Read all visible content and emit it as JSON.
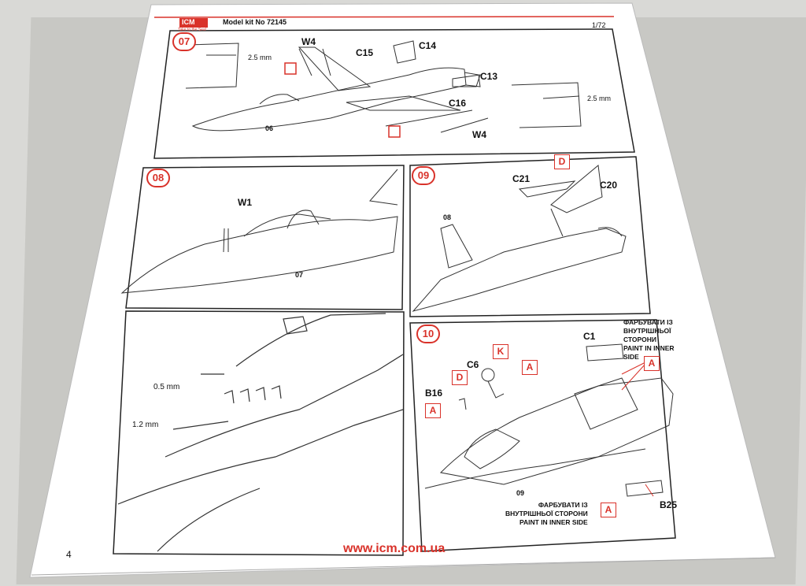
{
  "header": {
    "logo_text": "ICM",
    "logo_tagline": "Take to the Sea!",
    "kit_label": "Model kit No 72145",
    "scale": "1/72"
  },
  "steps": [
    {
      "number": "07",
      "parts": [
        "W4",
        "C15",
        "C14",
        "C13",
        "C16",
        "W4"
      ],
      "dimensions": [
        "2.5 mm",
        "2.5 mm"
      ],
      "subassembly_ref": "06"
    },
    {
      "number": "08",
      "parts": [
        "W1"
      ],
      "subassembly_ref": "07",
      "detail_dimensions": [
        "0.5 mm",
        "1.2 mm"
      ]
    },
    {
      "number": "09",
      "parts": [
        "C21",
        "C20"
      ],
      "paint_code": "D",
      "subassembly_ref": "08"
    },
    {
      "number": "10",
      "parts": [
        "C1",
        "C6",
        "B16",
        "B25"
      ],
      "paint_codes": [
        "K",
        "A",
        "D",
        "A",
        "A",
        "A"
      ],
      "subassembly_ref": "09",
      "paint_note_top": [
        "ФАРБУВАТИ ІЗ",
        "ВНУТРІШНЬОЇ",
        "СТОРОНИ",
        "PAINT IN INNER",
        "SIDE"
      ],
      "paint_note_bottom": [
        "ФАРБУВАТИ ІЗ",
        "ВНУТРІШНЬОЇ СТОРОНИ",
        "PAINT IN INNER SIDE"
      ]
    }
  ],
  "footer": {
    "page_number": "4",
    "website": "www.icm.com.ua"
  },
  "colors": {
    "accent": "#d9322a",
    "paper": "#ffffff",
    "ink": "#111111"
  }
}
